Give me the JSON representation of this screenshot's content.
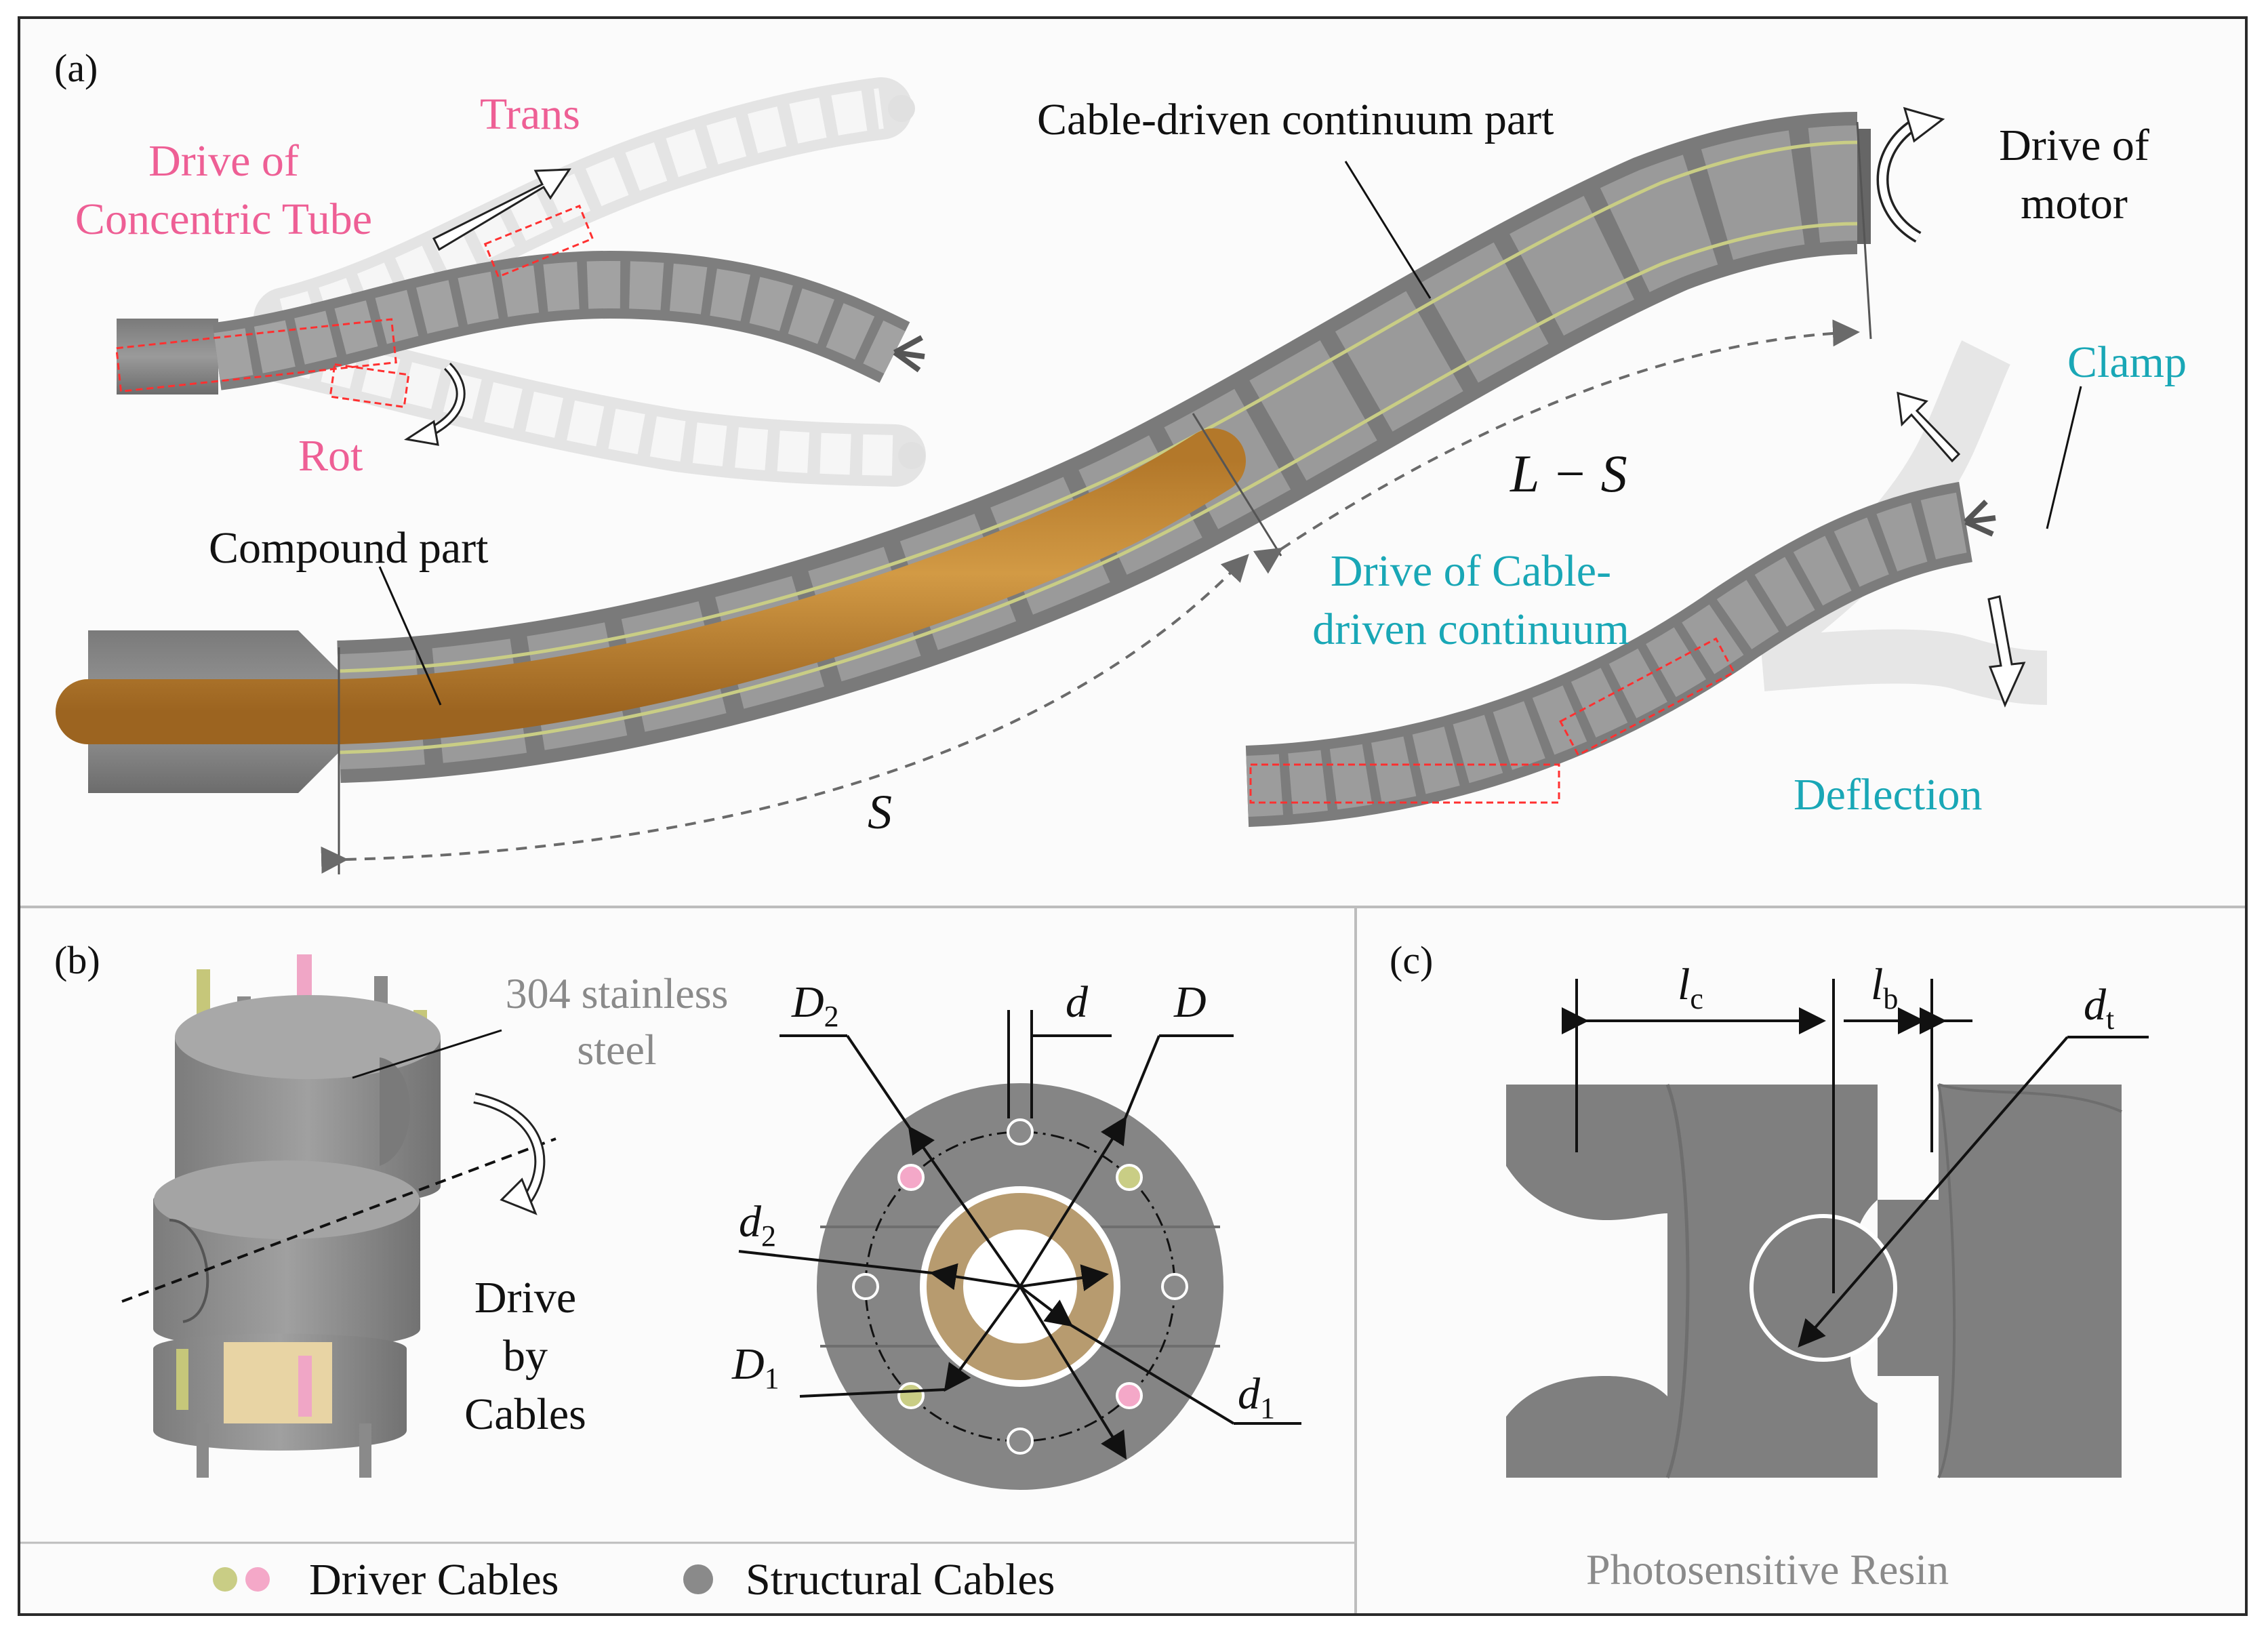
{
  "panels": {
    "a": "(a)",
    "b": "(b)",
    "c": "(c)"
  },
  "panel_a": {
    "drive_concentric": "Drive of\nConcentric Tube",
    "trans": "Trans",
    "rot": "Rot",
    "cable_part": "Cable-driven continuum part",
    "drive_motor": "Drive of\nmotor",
    "clamp": "Clamp",
    "l_minus_s": "L − S",
    "compound_part": "Compound part",
    "drive_cable_continuum": "Drive of Cable-\ndriven continuum",
    "s": "S",
    "deflection": "Deflection"
  },
  "panel_b": {
    "steel": "304 stainless\nsteel",
    "drive_by_cables": "Drive\nby\nCables",
    "sym_D2": "D",
    "sub_D2": "2",
    "sym_d": "d",
    "sym_D": "D",
    "sym_d2": "d",
    "sub_d2": "2",
    "sym_D1": "D",
    "sub_D1": "1",
    "sym_d1": "d",
    "sub_d1": "1"
  },
  "panel_c": {
    "sym_lc": "l",
    "sub_lc": "c",
    "sym_lb": "l",
    "sub_lb": "b",
    "sym_dt": "d",
    "sub_dt": "t",
    "material": "Photosensitive Resin"
  },
  "legend": {
    "driver": "Driver Cables",
    "structural": "Structural Cables"
  },
  "colors": {
    "segment_grey": "#8a8a8a",
    "ghost_white": "#e6e6e6",
    "tube_brown": "#c98d34",
    "cable_olive": "#c9cd85",
    "cable_pink": "#f4a8c8",
    "annotation_pink": "#ee5f95",
    "annotation_cyan": "#19a7b6",
    "marker_red": "#ff3030"
  }
}
